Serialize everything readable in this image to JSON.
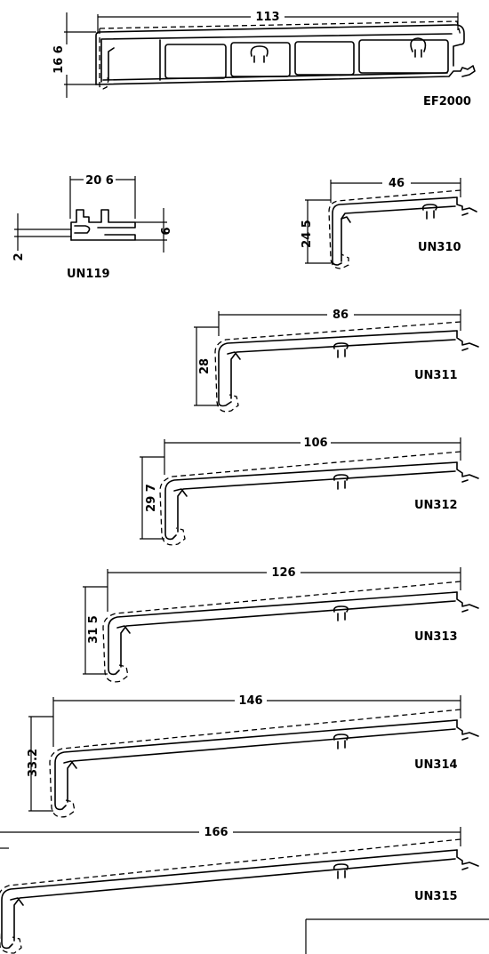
{
  "profiles": [
    {
      "code": "EF2000",
      "width": "113",
      "height": "16 6"
    },
    {
      "code": "UN119",
      "width": "20 6",
      "left_height": "2",
      "right_height": "6"
    },
    {
      "code": "UN310",
      "width": "46",
      "height": "24 5"
    },
    {
      "code": "UN311",
      "width": "86",
      "height": "28"
    },
    {
      "code": "UN312",
      "width": "106",
      "height": "29 7"
    },
    {
      "code": "UN313",
      "width": "126",
      "height": "31 5"
    },
    {
      "code": "UN314",
      "width": "146",
      "height": "33.2"
    },
    {
      "code": "UN315",
      "width": "166"
    }
  ]
}
